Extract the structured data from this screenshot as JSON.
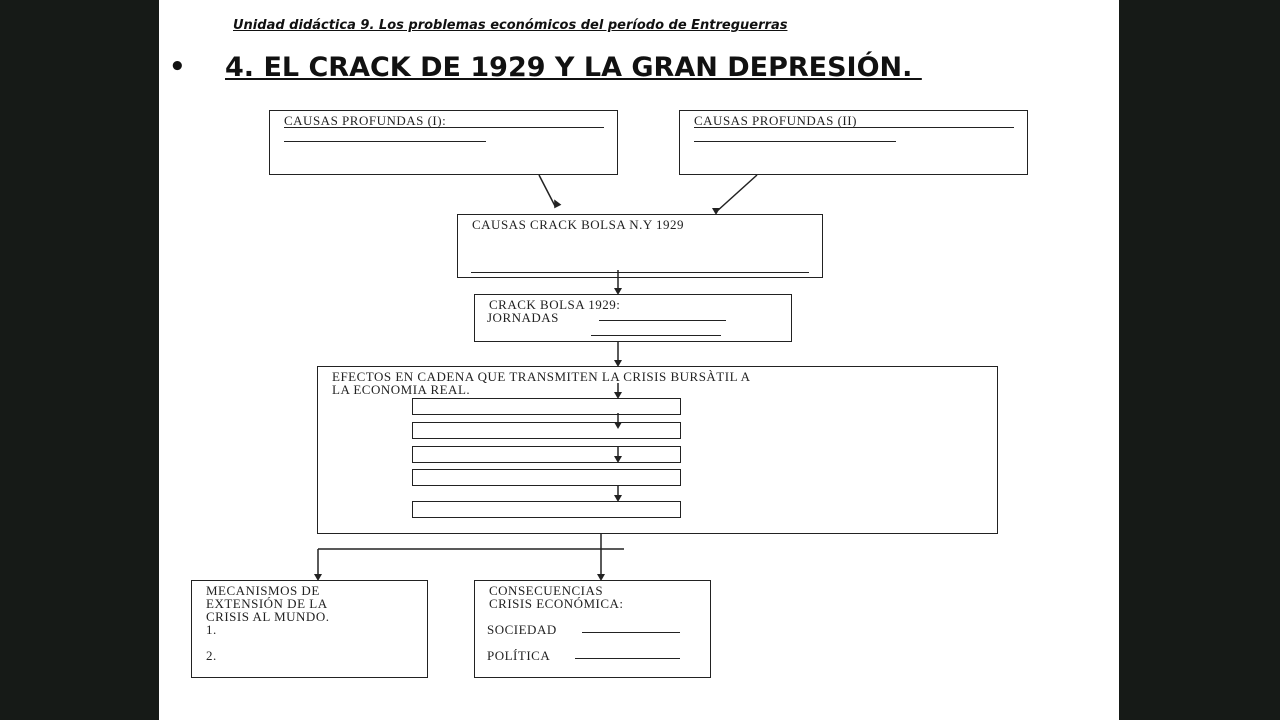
{
  "header": "Unidad didáctica 9. Los problemas económicos del período de Entreguerras",
  "bullet": "•",
  "title": "4. EL CRACK DE 1929 Y LA GRAN DEPRESIÓN. ",
  "boxes": {
    "causas1": "CAUSAS PROFUNDAS (I):",
    "causas2": "CAUSAS PROFUNDAS (II)",
    "causas_crack": "CAUSAS CRACK BOLSA N.Y 1929",
    "crack_l1": "CRACK BOLSA 1929:",
    "crack_l2": "JORNADAS",
    "efectos_l1": "EFECTOS EN CADENA QUE TRANSMITEN LA CRISIS BURSÀTIL A",
    "efectos_l2": "LA ECONOMIA REAL.",
    "mec_l1": "MECANISMOS DE",
    "mec_l2": "EXTENSIÓN DE LA",
    "mec_l3": "CRISIS AL MUNDO.",
    "mec_1": "1.",
    "mec_2": "2.",
    "cons_l1": "CONSECUENCIAS",
    "cons_l2": "CRISIS ECONÓMICA:",
    "cons_soc": "SOCIEDAD",
    "cons_pol": "POLÍTICA"
  }
}
